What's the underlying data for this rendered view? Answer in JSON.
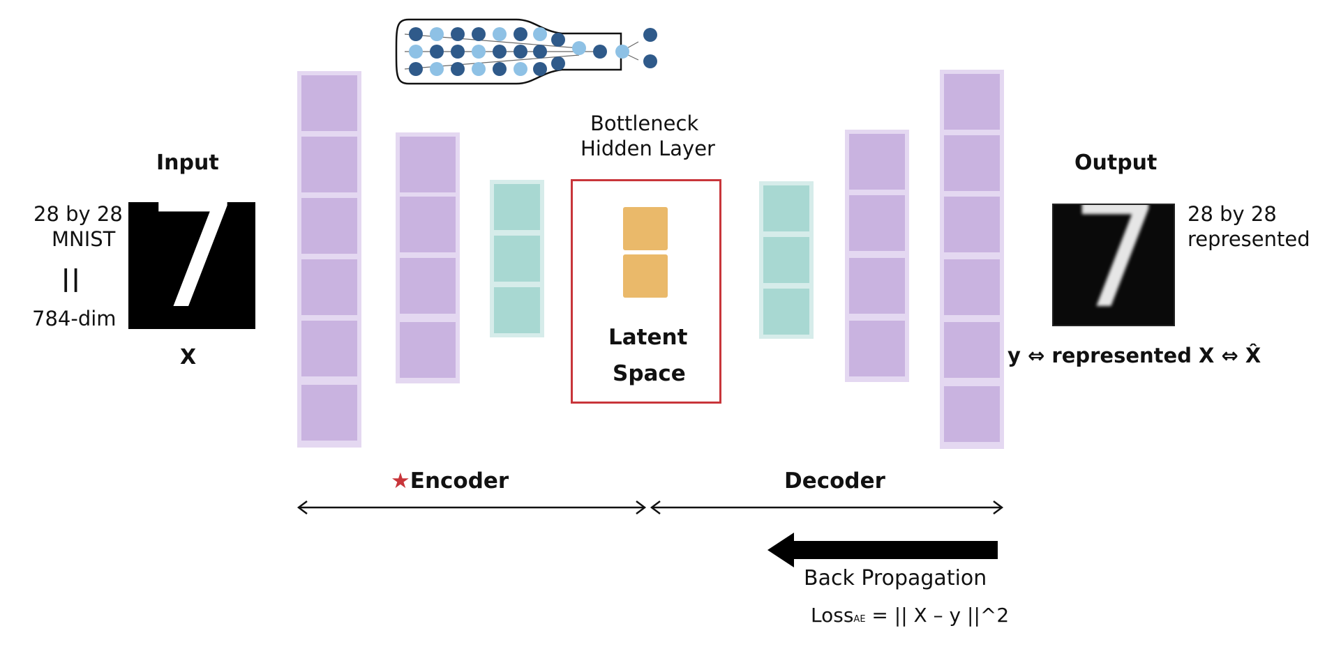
{
  "diagram": {
    "input": {
      "title": "Input",
      "dims_line1": "28 by 28",
      "dims_line2": "MNIST",
      "equals_sign": "||",
      "dims_line3": "784-dim",
      "symbol": "X"
    },
    "output": {
      "title": "Output",
      "dims_line1": "28 by 28",
      "dims_line2": "represented",
      "equivalence": "y ⇔ represented X ⇔ X̂"
    },
    "bottleneck": {
      "title_line1": "Bottleneck",
      "title_line2": "Hidden Layer",
      "latent_line1": "Latent",
      "latent_line2": "Space"
    },
    "encoder": {
      "star": "★",
      "label": "Encoder"
    },
    "decoder": {
      "label": "Decoder"
    },
    "backprop": {
      "label": "Back Propagation",
      "loss_prefix": "Loss",
      "loss_subscript": "AE",
      "loss_rest": " = || X – y ||^2"
    },
    "digit": "7",
    "colors": {
      "outer_layer": "#c9b3e0",
      "inner_layer": "#a8d8d2",
      "latent_node": "#eab96a",
      "latent_border": "#c8353a",
      "star": "#c8353a",
      "node_dark": "#2f5a8a",
      "node_light": "#8ec1e5"
    }
  }
}
